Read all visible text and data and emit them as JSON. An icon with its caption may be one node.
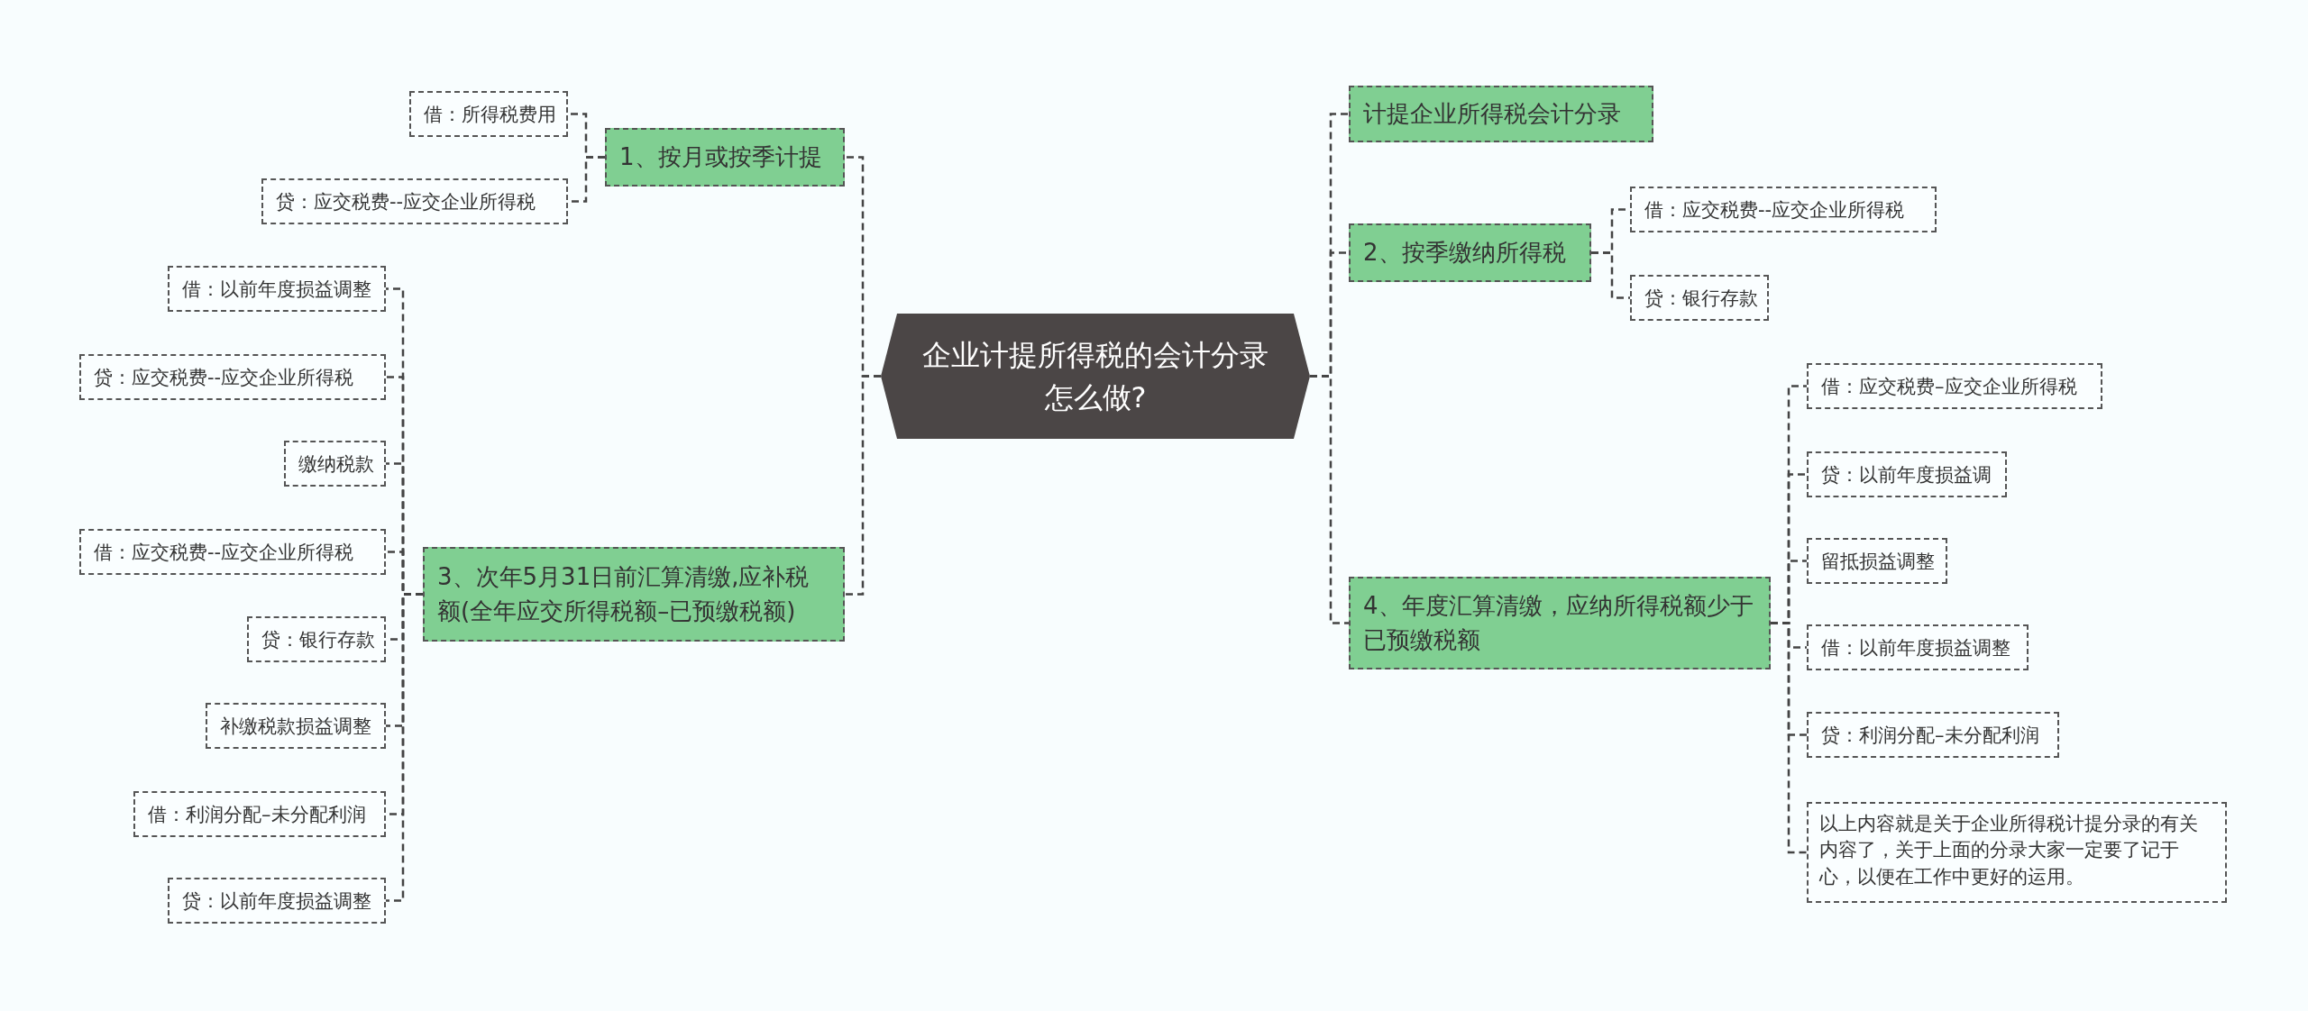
{
  "diagram": {
    "nodes": [
      {
        "text": [
          "企业计提所得税的会计分录怎么做?"
        ]
      },
      {
        "text": [
          "1、按月或按季计提"
        ]
      },
      {
        "text": [
          "借：所得税费用"
        ]
      },
      {
        "text": [
          "贷：应交税费--应交企业所得税"
        ]
      },
      {
        "text": [
          "3、次年5月31日前汇算清缴,应补税额(全年应交所得税额–已预缴税额)"
        ]
      },
      {
        "text": [
          "借：以前年度损益调整"
        ]
      },
      {
        "text": [
          "贷：应交税费--应交企业所得税"
        ]
      },
      {
        "text": [
          "缴纳税款"
        ]
      },
      {
        "text": [
          "借：应交税费--应交企业所得税"
        ]
      },
      {
        "text": [
          "贷：银行存款"
        ]
      },
      {
        "text": [
          "补缴税款损益调整"
        ]
      },
      {
        "text": [
          "借：利润分配–未分配利润"
        ]
      },
      {
        "text": [
          "贷：以前年度损益调整"
        ]
      },
      {
        "text": [
          "计提企业所得税会计分录"
        ]
      },
      {
        "text": [
          "2、按季缴纳所得税"
        ]
      },
      {
        "text": [
          "借：应交税费--应交企业所得税"
        ]
      },
      {
        "text": [
          "贷：银行存款"
        ]
      },
      {
        "text": [
          "4、年度汇算清缴，应纳所得税额少于已预缴税额"
        ]
      },
      {
        "text": [
          "借：应交税费–应交企业所得税"
        ]
      },
      {
        "text": [
          "贷：以前年度损益调"
        ]
      },
      {
        "text": [
          "留抵损益调整"
        ]
      },
      {
        "text": [
          "借：以前年度损益调整"
        ]
      },
      {
        "text": [
          "贷：利润分配–未分配利润"
        ]
      },
      {
        "text": [
          "以上内容就是关于企业所得税计提分录的有关内容了，关于上面的分录大家一定要了记于心，以便在工作中更好的运用。"
        ]
      }
    ],
    "edges": [
      {
        "from": 0,
        "to": 1,
        "arrow": "none"
      },
      {
        "from": 1,
        "to": 2,
        "arrow": "none"
      },
      {
        "from": 1,
        "to": 3,
        "arrow": "none"
      },
      {
        "from": 0,
        "to": 4,
        "arrow": "none"
      },
      {
        "from": 4,
        "to": 5,
        "arrow": "none"
      },
      {
        "from": 4,
        "to": 6,
        "arrow": "none"
      },
      {
        "from": 4,
        "to": 7,
        "arrow": "none"
      },
      {
        "from": 4,
        "to": 8,
        "arrow": "none"
      },
      {
        "from": 4,
        "to": 9,
        "arrow": "none"
      },
      {
        "from": 4,
        "to": 10,
        "arrow": "none"
      },
      {
        "from": 4,
        "to": 11,
        "arrow": "none"
      },
      {
        "from": 4,
        "to": 12,
        "arrow": "none"
      },
      {
        "from": 0,
        "to": 13,
        "arrow": "none"
      },
      {
        "from": 0,
        "to": 14,
        "arrow": "none"
      },
      {
        "from": 14,
        "to": 15,
        "arrow": "none"
      },
      {
        "from": 14,
        "to": 16,
        "arrow": "none"
      },
      {
        "from": 0,
        "to": 17,
        "arrow": "none"
      },
      {
        "from": 17,
        "to": 18,
        "arrow": "none"
      },
      {
        "from": 17,
        "to": 19,
        "arrow": "none"
      },
      {
        "from": 17,
        "to": 20,
        "arrow": "none"
      },
      {
        "from": 17,
        "to": 21,
        "arrow": "none"
      },
      {
        "from": 17,
        "to": 22,
        "arrow": "none"
      },
      {
        "from": 17,
        "to": 23,
        "arrow": "none"
      }
    ]
  }
}
